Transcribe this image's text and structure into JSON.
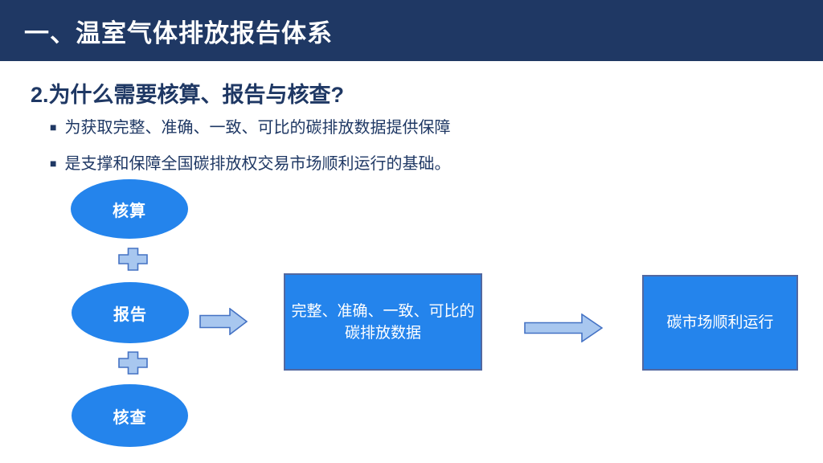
{
  "header": {
    "title": "一、温室气体排放报告体系"
  },
  "body": {
    "subtitle": "2.为什么需要核算、报告与核查?",
    "bullet_marker": "■",
    "bullets": [
      "为获取完整、准确、一致、可比的碳排放数据提供保障",
      "是支撑和保障全国碳排放权交易市场顺利运行的基础。"
    ]
  },
  "diagram": {
    "ellipses": [
      {
        "label": "核算"
      },
      {
        "label": "报告"
      },
      {
        "label": "核查"
      }
    ],
    "box1": {
      "lines": [
        "完整、准确、一致、可比的",
        "碳排放数据"
      ]
    },
    "box2": {
      "label": "碳市场顺利运行"
    }
  },
  "colors": {
    "header_bg": "#1F3864",
    "text_navy": "#1F3864",
    "shape_blue": "#2484EC",
    "shape_border": "#5268A0",
    "connector_fill": "#A8C7EF",
    "connector_border": "#4472C4"
  }
}
